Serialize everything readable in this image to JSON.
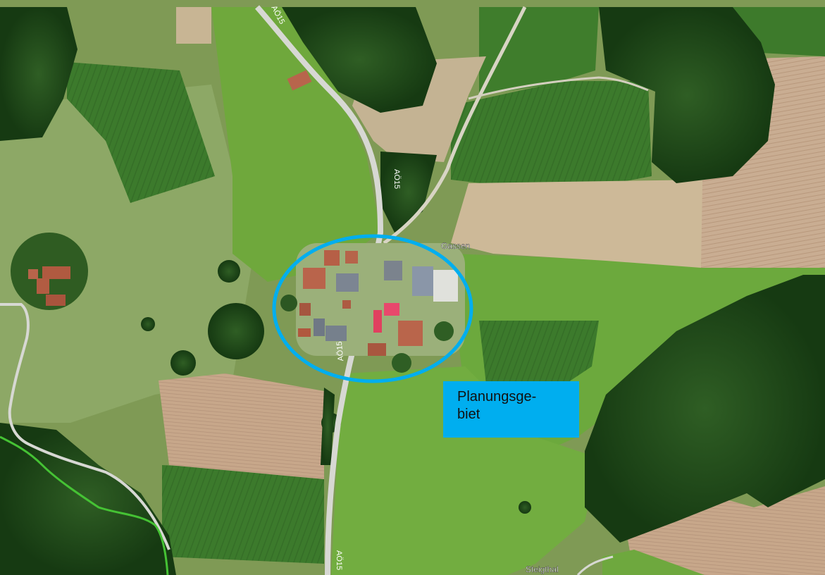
{
  "map": {
    "place_labels": {
      "gassen": "Gassen",
      "steigthal": "Steigthal"
    },
    "road_labels": [
      "AÖ15",
      "AÖ15",
      "AÖ15",
      "AÖ15"
    ]
  },
  "annotation": {
    "line1": "Planungsge-",
    "line2": "biet",
    "color": "#00aeef"
  },
  "colors": {
    "forest": "#1f4a1a",
    "meadow": "#6da23a",
    "field_dark": "#2e6b26",
    "field_brown": "#c9a98a",
    "field_tan": "#c8b79a",
    "road": "#d9dbd5",
    "boundary": "#3fbf2f"
  }
}
